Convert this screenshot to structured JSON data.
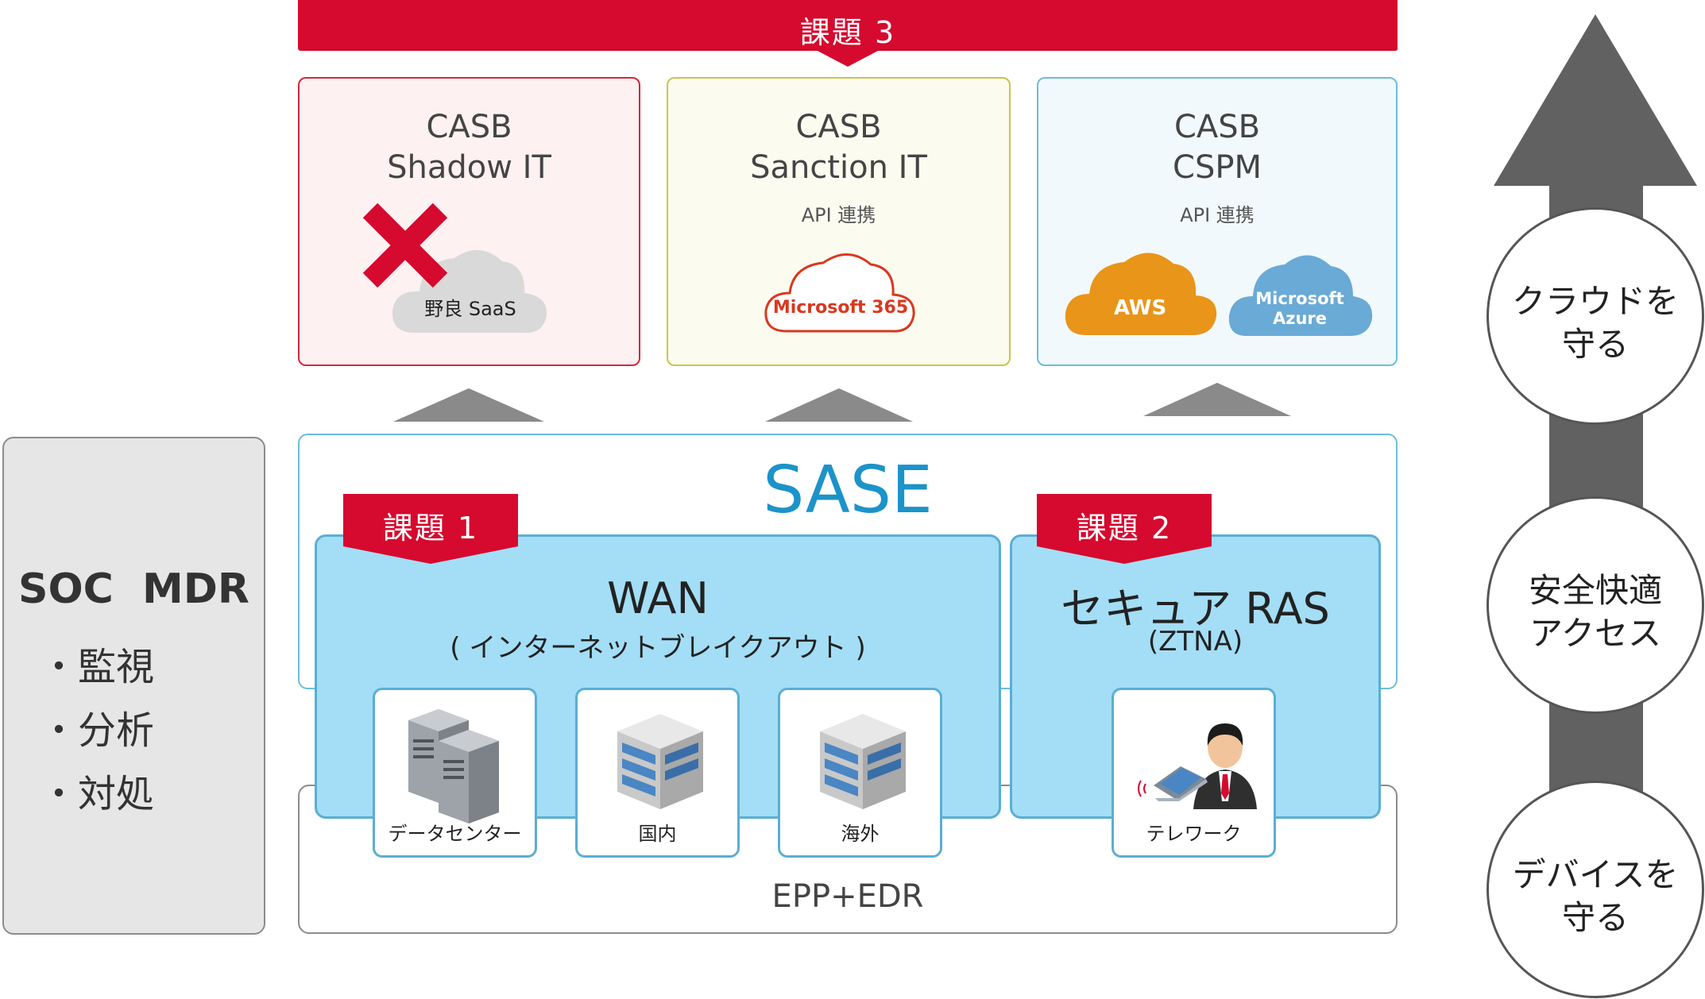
{
  "banner": {
    "label": "課題 3",
    "color": "#d6092e"
  },
  "casb": [
    {
      "line1": "CASB",
      "line2": "Shadow IT",
      "line3": "",
      "cloud_label": "野良 SaaS"
    },
    {
      "line1": "CASB",
      "line2": "Sanction IT",
      "line3": "API 連携",
      "cloud_label": "Microsoft 365"
    },
    {
      "line1": "CASB",
      "line2": "CSPM",
      "line3": "API 連携",
      "cloud_labels": [
        "AWS",
        "Microsoft",
        "Azure"
      ]
    }
  ],
  "sase": {
    "title": "SASE"
  },
  "wan": {
    "tab": "課題 1",
    "title": "WAN",
    "subtitle": "( インターネットブレイクアウト )"
  },
  "ras": {
    "tab": "課題 2",
    "title": "セキュア RAS",
    "subtitle": "(ZTNA)"
  },
  "cards": [
    "データセンター",
    "国内",
    "海外",
    "テレワーク"
  ],
  "epp": {
    "label": "EPP+EDR"
  },
  "soc": {
    "title": "SOC  MDR",
    "items": [
      "・監視",
      "・分析",
      "・対処"
    ]
  },
  "right_column": [
    {
      "line1": "クラウドを",
      "line2": "守る"
    },
    {
      "line1": "安全快適",
      "line2": "アクセス"
    },
    {
      "line1": "デバイスを",
      "line2": "守る"
    }
  ],
  "icons": [
    "cross-mark-icon",
    "cloud-icon",
    "server-icon",
    "building-icon",
    "person-laptop-icon",
    "up-arrow-icon"
  ],
  "colors": {
    "red": "#d6092e",
    "sase_blue": "#1c93c9",
    "light_blue": "#a3def6",
    "aws_orange": "#e8951a",
    "azure_blue": "#6aaad6",
    "arrow_gray": "#616161"
  }
}
